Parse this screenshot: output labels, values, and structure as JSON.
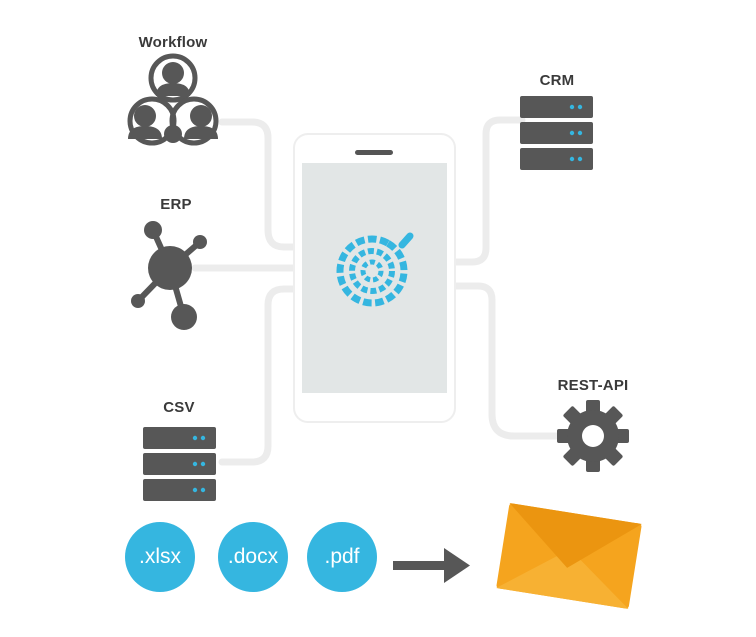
{
  "nodes": {
    "workflow": "Workflow",
    "erp": "ERP",
    "csv": "CSV",
    "crm": "CRM",
    "rest_api": "REST-API"
  },
  "file_types": [
    ".xlsx",
    ".docx",
    ".pdf"
  ],
  "icons": {
    "hub": "smartphone-icon",
    "app_logo": "circular-logo-icon",
    "workflow": "people-cycle-icon",
    "erp": "network-hub-icon",
    "crm": "server-stack-icon",
    "csv": "server-stack-icon",
    "rest_api": "gear-icon",
    "flow": "arrow-right-icon",
    "output": "envelope-icon"
  },
  "colors": {
    "icon_gray": "#575757",
    "accent_blue": "#35b6e0",
    "connector": "#ececec",
    "phone_screen": "#e2e6e6",
    "envelope": "#f5a41e"
  }
}
